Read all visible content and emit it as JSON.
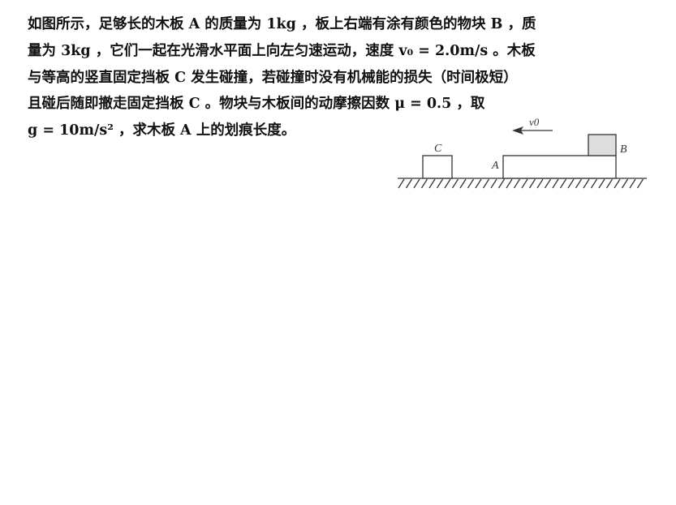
{
  "problem": {
    "lines": [
      "如图所示，足够长的木板 A 的质量为 1kg ，板上右端有涂有颜色的物块 B ，质",
      "量为 3kg ，它们一起在光滑水平面上向左匀速运动，速度 v₀ = 2.0m/s 。木板",
      "与等高的竖直固定挡板 C 发生碰撞，若碰撞时没有机械能的损失（时间极短）",
      "且碰后随即撤走固定挡板 C 。物块与木板间的动摩擦因数 μ = 0.5 ，取",
      "g = 10m/s² ，求木板 A 上的划痕长度。"
    ]
  },
  "figure": {
    "label_c": "C",
    "label_a": "A",
    "label_b": "B",
    "velocity_label": "v0"
  }
}
